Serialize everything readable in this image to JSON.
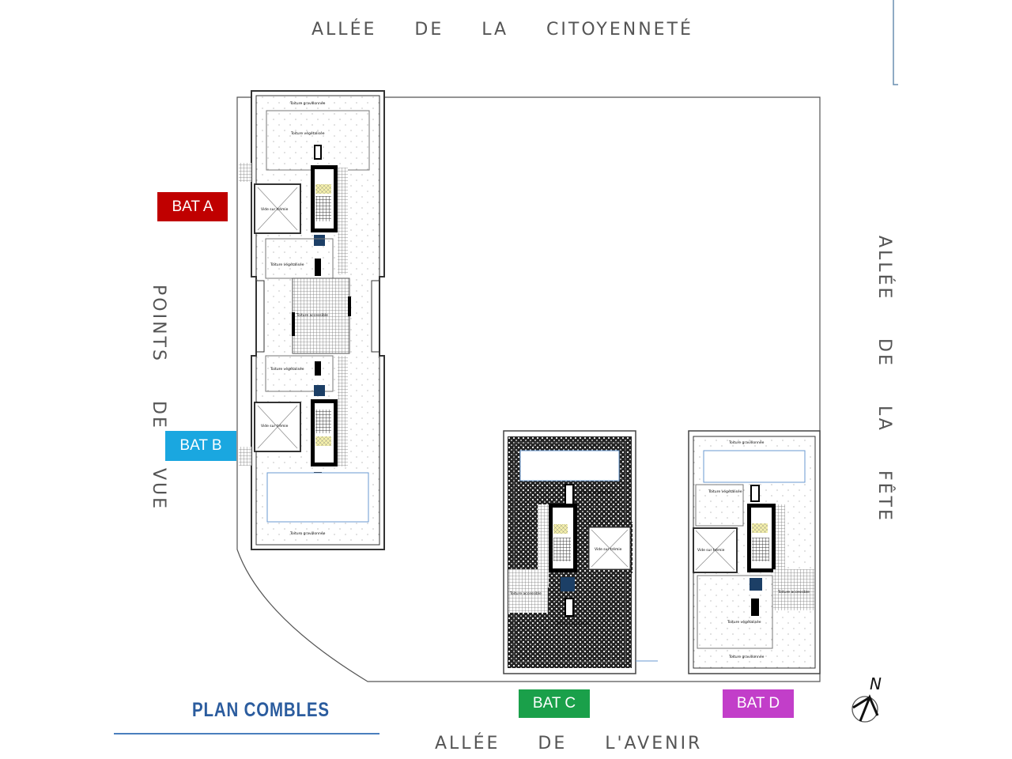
{
  "streets": {
    "top": [
      "ALLÉE",
      "DE",
      "LA",
      "CITOYENNETÉ"
    ],
    "right": [
      "ALLÉE",
      "DE",
      "LA",
      "FÊTE"
    ],
    "left": [
      "POINTS",
      "DE",
      "VUE"
    ],
    "bottom": [
      "ALLÉE",
      "DE",
      "L'AVENIR"
    ]
  },
  "buildings": [
    {
      "label": "BAT A",
      "color": "#c00000"
    },
    {
      "label": "BAT B",
      "color": "#1aa7e0"
    },
    {
      "label": "BAT C",
      "color": "#1aa04a"
    },
    {
      "label": "BAT D",
      "color": "#c23ec9"
    }
  ],
  "plan_title": "PLAN COMBLES",
  "north_label": "N",
  "room_labels": {
    "green_roof": "Toiture végétalisée",
    "gravel_roof": "Toiture gravillonnée",
    "void": "Vide sur trémie",
    "accessible_roof": "Toiture accessible"
  }
}
